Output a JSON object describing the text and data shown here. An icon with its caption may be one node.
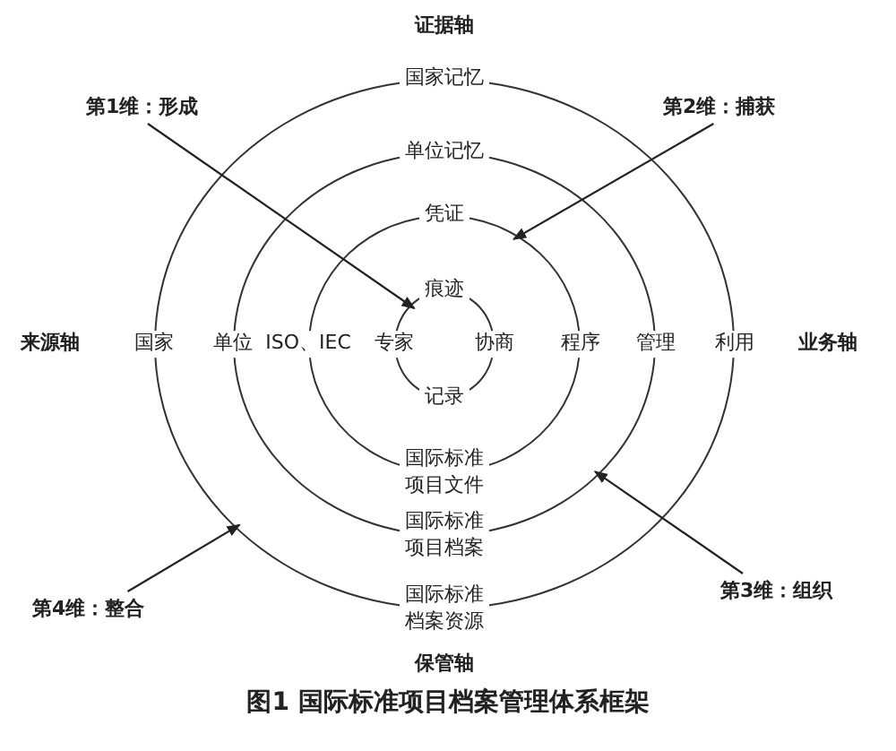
{
  "diagram": {
    "caption": "图1 国际标准项目档案管理体系框架",
    "nodes": [
      {
        "text": [
          "国家记忆",
          "国家",
          "利用",
          "国际标准档案资源"
        ]
      },
      {
        "text": [
          "单位记忆",
          "单位",
          "管理",
          "国际标准项目档案"
        ],
        "in": 0
      },
      {
        "text": [
          "凭证",
          "ISO、IEC",
          "程序",
          "国际标准项目文件"
        ],
        "in": 1
      },
      {
        "text": [
          "痕迹",
          "专家",
          "协商",
          "记录"
        ],
        "in": 2
      },
      {
        "text": [
          "第1维：形成"
        ]
      },
      {
        "text": [
          "第2维：捕获"
        ]
      },
      {
        "text": [
          "第3维：组织"
        ]
      },
      {
        "text": [
          "第4维：整合"
        ]
      }
    ],
    "edges": [
      {
        "from": 4,
        "to": 3,
        "arrow": "to"
      },
      {
        "from": 5,
        "to": 2,
        "arrow": "to"
      },
      {
        "from": 6,
        "to": 1,
        "arrow": "to"
      },
      {
        "from": 7,
        "to": 0,
        "arrow": "to"
      }
    ],
    "labels": [
      "证据轴",
      "来源轴",
      "业务轴",
      "保管轴"
    ]
  }
}
